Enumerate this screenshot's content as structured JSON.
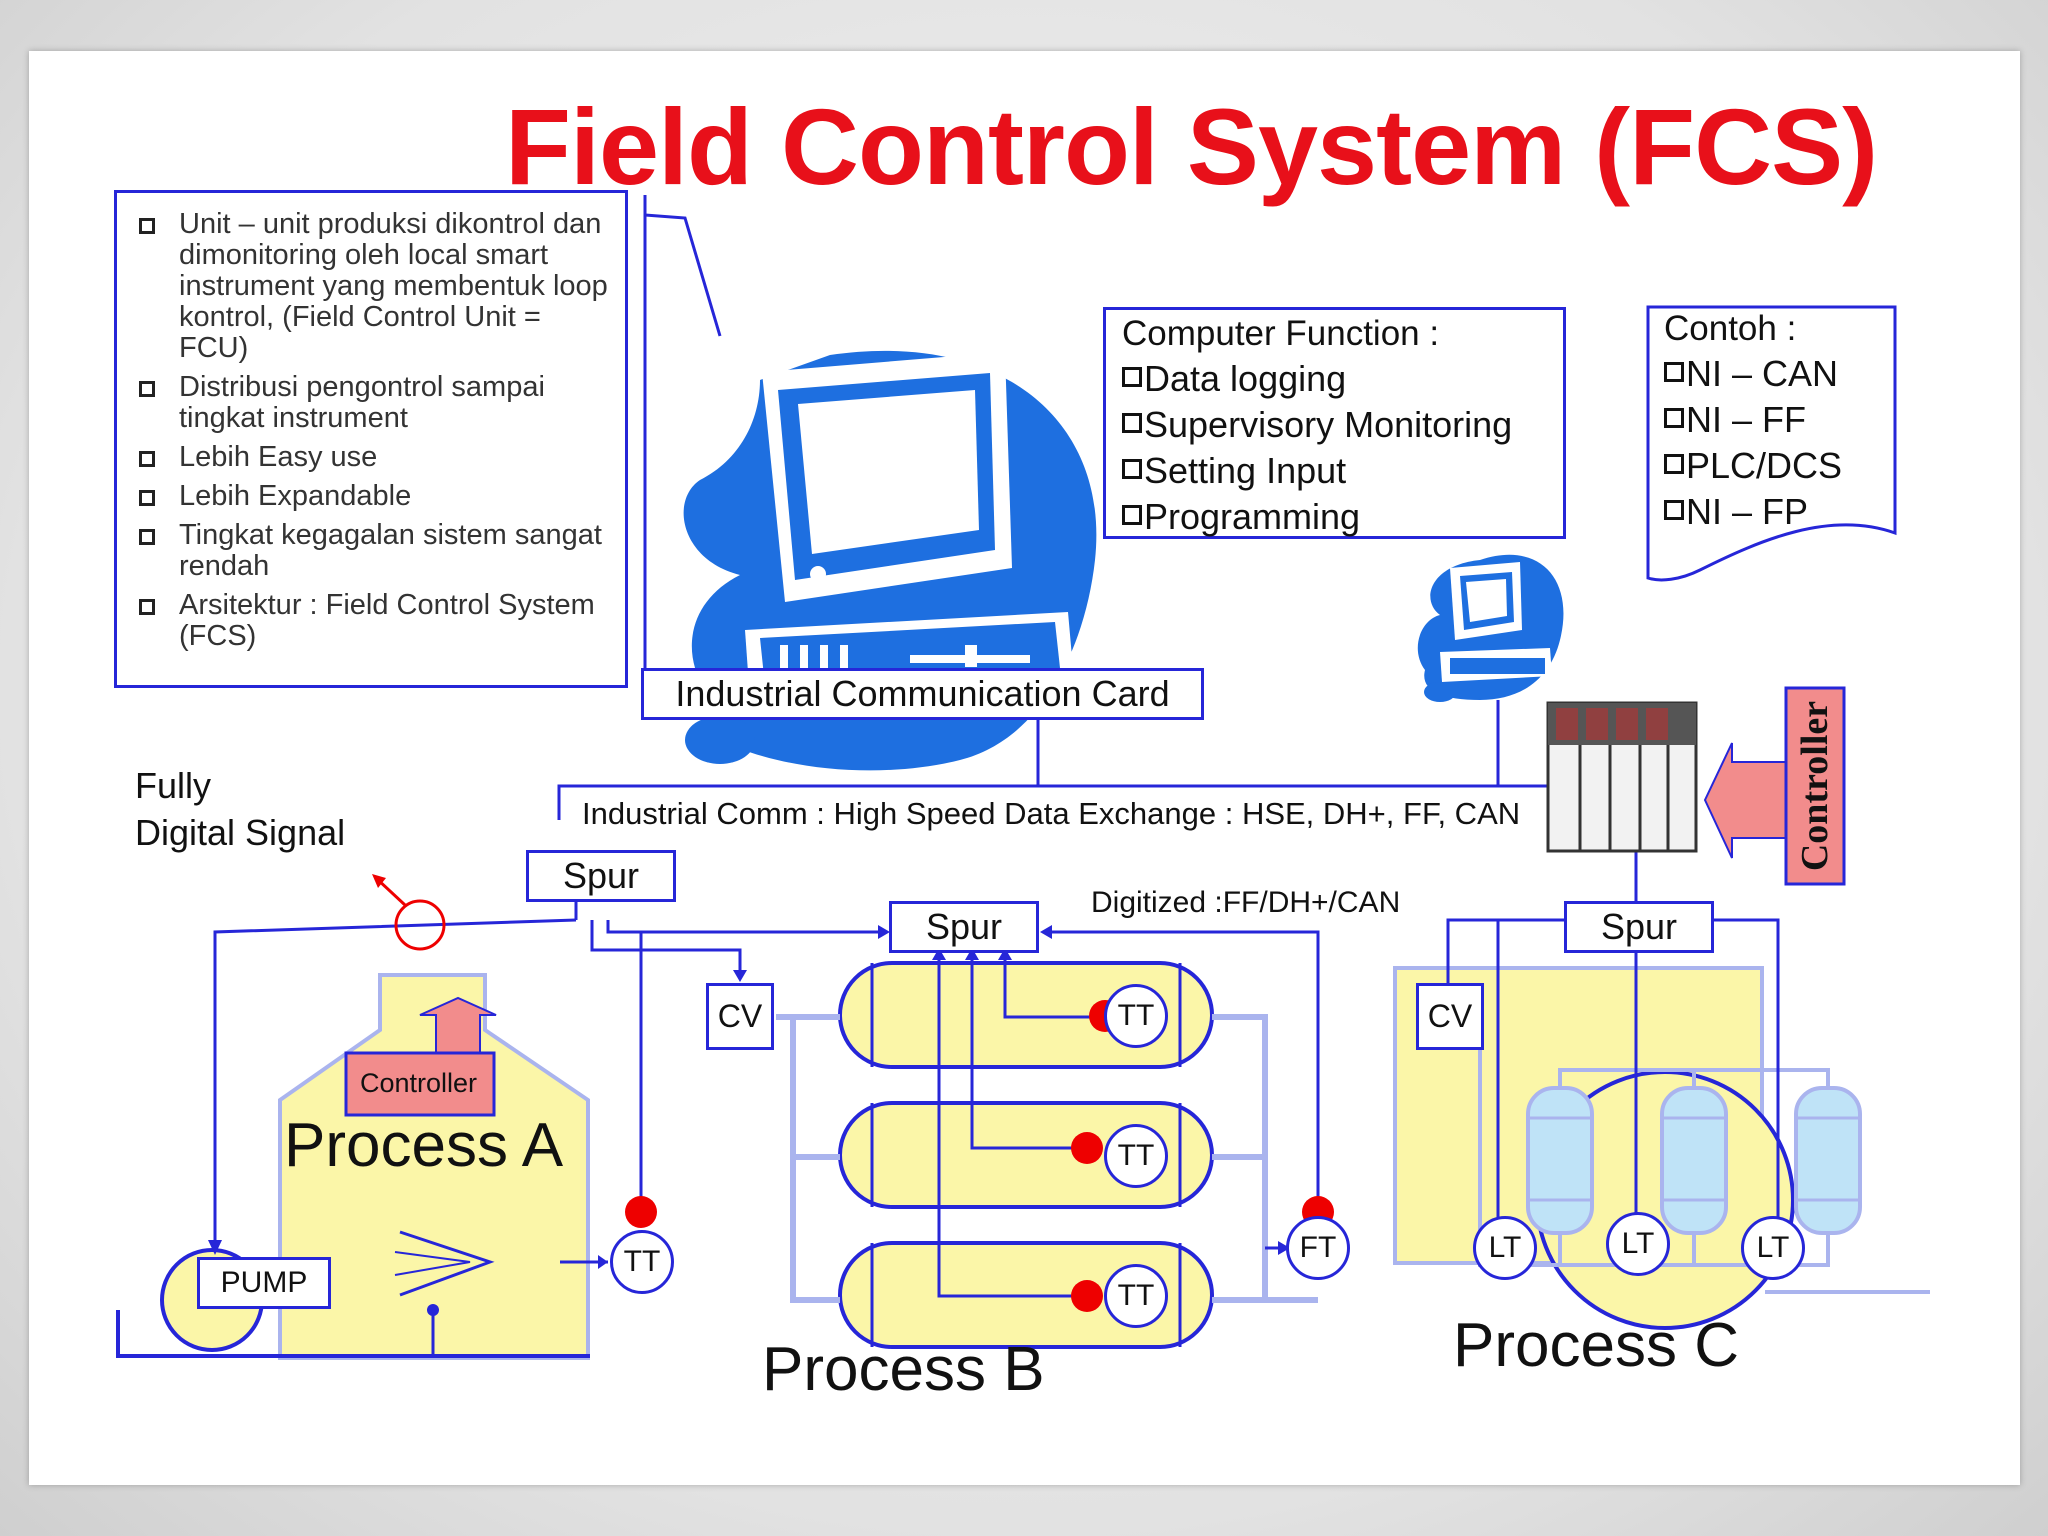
{
  "title": "Field Control System (FCS)",
  "left_panel": {
    "items": [
      "Unit – unit  produksi dikontrol dan dimonitoring oleh local smart instrument yang membentuk loop kontrol, (Field Control Unit = FCU)",
      "Distribusi pengontrol sampai tingkat instrument",
      "Lebih Easy use",
      "Lebih Expandable",
      "Tingkat kegagalan sistem sangat rendah",
      "Arsitektur : Field Control System (FCS)"
    ]
  },
  "computer_function": {
    "title": "Computer Function :",
    "items": [
      "Data logging",
      "Supervisory Monitoring",
      "Setting Input",
      "Programming"
    ]
  },
  "contoh": {
    "title": "Contoh :",
    "items": [
      "NI – CAN",
      "NI – FF",
      "PLC/DCS",
      "NI – FP"
    ]
  },
  "industrial_card": "Industrial Communication Card",
  "fully_digital": {
    "line1": "Fully",
    "line2": "Digital Signal"
  },
  "comm_bus": "Industrial Comm : High Speed Data Exchange : HSE, DH+, FF, CAN",
  "digitized": "Digitized :FF/DH+/CAN",
  "spur": "Spur",
  "controller_vertical": "Controller",
  "controller_a": "Controller",
  "process_a": "Process A",
  "process_b": "Process B",
  "process_c": "Process C",
  "pump": "PUMP",
  "cv": "CV",
  "tt": "TT",
  "ft": "FT",
  "lt": "LT",
  "colors": {
    "title_red": "#e8101a",
    "line_blue": "#2626d8",
    "computer_blue": "#1e6fe0",
    "process_yellow": "#fbf6a8",
    "controller_pink": "#f28c8c",
    "vessel_blue": "#bfe3f7",
    "sensor_red": "#ee0000"
  },
  "icons": [
    "computer-icon",
    "small-computer-icon",
    "plc-rack-icon",
    "pump-icon",
    "heat-exchanger-icon",
    "valve-icon"
  ]
}
